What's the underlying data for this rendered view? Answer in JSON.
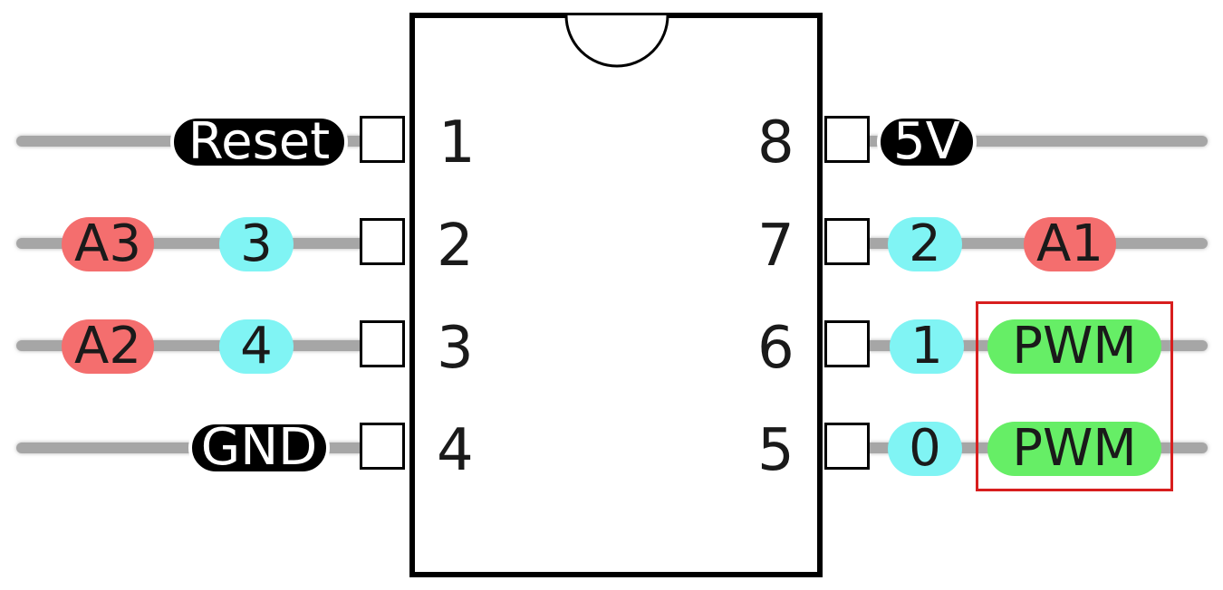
{
  "chip": {
    "left_pin_numbers": [
      "1",
      "2",
      "3",
      "4"
    ],
    "right_pin_numbers": [
      "8",
      "7",
      "6",
      "5"
    ]
  },
  "labels": {
    "pin1": [
      "Reset"
    ],
    "pin2": [
      "A3",
      "3"
    ],
    "pin3": [
      "A2",
      "4"
    ],
    "pin4": [
      "GND"
    ],
    "pin8": [
      "5V"
    ],
    "pin7": [
      "2",
      "A1"
    ],
    "pin6": [
      "1",
      "PWM"
    ],
    "pin5": [
      "0",
      "PWM"
    ]
  },
  "colors": {
    "power_control": "#000000",
    "analog": "#f46e6e",
    "digital": "#80f4f4",
    "pwm": "#66ee66",
    "highlight": "#d81e1e",
    "wire": "#a6a6a6"
  }
}
